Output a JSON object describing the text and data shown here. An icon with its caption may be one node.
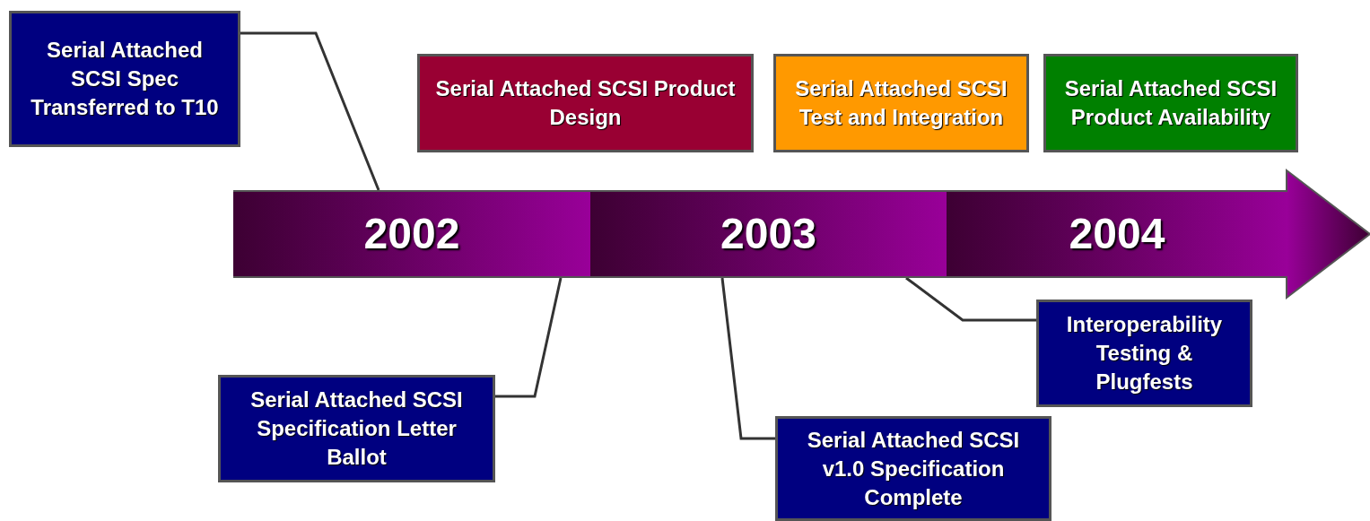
{
  "diagram": {
    "nodes": [
      {
        "text": [
          "Serial Attached SCSI Spec Transferred to T10"
        ]
      },
      {
        "text": [
          "Serial Attached SCSI Product Design"
        ]
      },
      {
        "text": [
          "Serial Attached SCSI Test and Integration"
        ]
      },
      {
        "text": [
          "Serial Attached SCSI Product Availability"
        ]
      },
      {
        "text": [
          "2002"
        ]
      },
      {
        "text": [
          "2003"
        ]
      },
      {
        "text": [
          "2004"
        ]
      },
      {
        "text": [
          "Interoperability Testing & Plugfests"
        ]
      },
      {
        "text": [
          "Serial Attached SCSI Specification Letter Ballot"
        ]
      },
      {
        "text": [
          "Serial Attached SCSI v1.0 Specification Complete"
        ]
      }
    ],
    "edges": [
      {
        "from": 0,
        "to": 4,
        "arrow": "none"
      },
      {
        "from": 8,
        "to": 4,
        "arrow": "none"
      },
      {
        "from": 9,
        "to": 5,
        "arrow": "none"
      },
      {
        "from": 7,
        "to": 5,
        "arrow": "none"
      }
    ]
  }
}
